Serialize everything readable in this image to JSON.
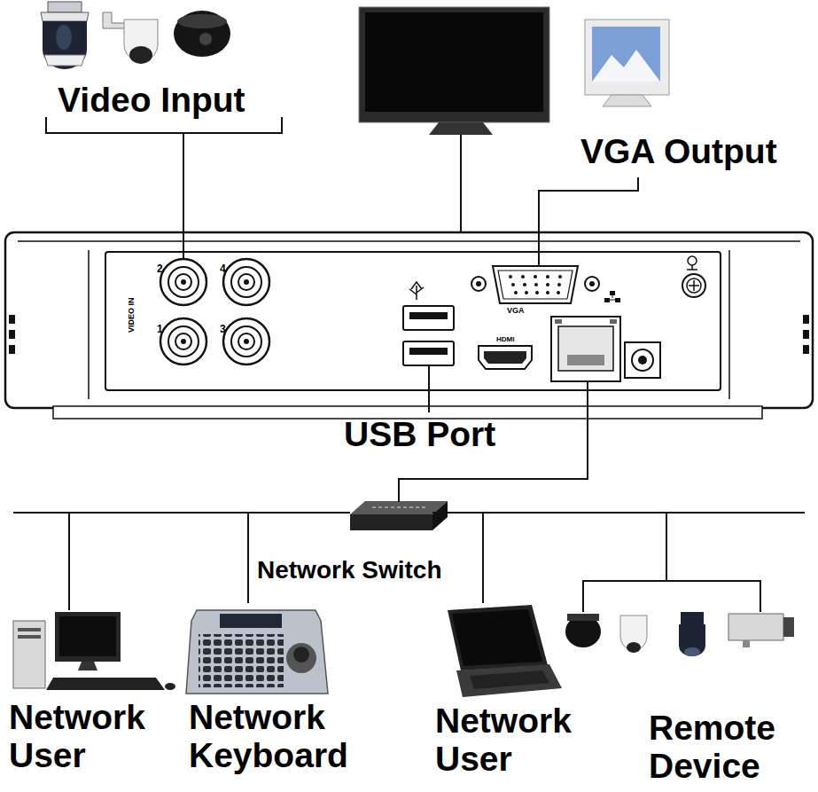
{
  "diagram": {
    "nodes": [
      {
        "text": [
          "Video Input"
        ]
      },
      {
        "text": [
          "VGA Output"
        ]
      },
      {
        "text": [
          "VIDEO IN",
          "2",
          "4",
          "1",
          "3",
          "VGA",
          "HDMI"
        ]
      },
      {
        "text": [
          "USB Port"
        ]
      },
      {
        "text": [
          "Network Switch"
        ]
      },
      {
        "text": [
          "Network User"
        ]
      },
      {
        "text": [
          "Network Keyboard"
        ]
      },
      {
        "text": [
          "Network User"
        ]
      },
      {
        "text": [
          "Remote Device"
        ]
      }
    ],
    "edges": [
      {
        "from": 0,
        "to": 2,
        "arrow": "none"
      },
      {
        "from": 1,
        "to": 2,
        "arrow": "none"
      },
      {
        "from": 3,
        "to": 2,
        "arrow": "none"
      },
      {
        "from": 4,
        "to": 2,
        "arrow": "none"
      },
      {
        "from": 4,
        "to": 5,
        "arrow": "none"
      },
      {
        "from": 4,
        "to": 6,
        "arrow": "none"
      },
      {
        "from": 4,
        "to": 7,
        "arrow": "none"
      },
      {
        "from": 4,
        "to": 8,
        "arrow": "none"
      }
    ]
  }
}
